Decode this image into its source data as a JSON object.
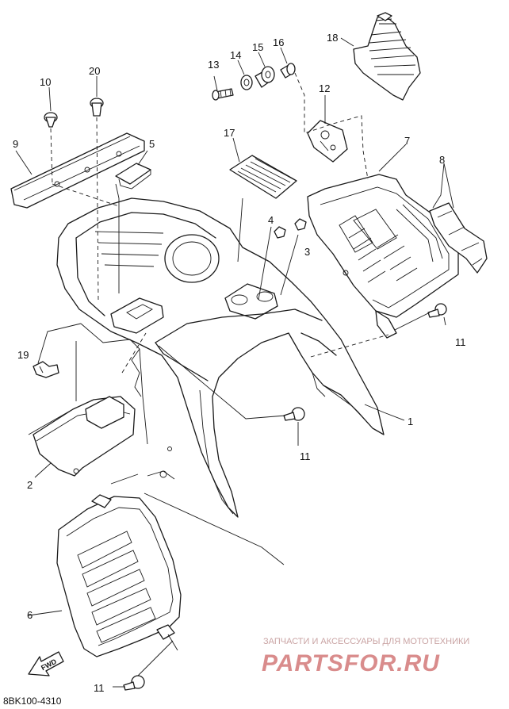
{
  "diagram": {
    "callouts": {
      "c1": "1",
      "c2": "2",
      "c3": "3",
      "c4": "4",
      "c5": "5",
      "c6": "6",
      "c7": "7",
      "c8": "8",
      "c9": "9",
      "c10": "10",
      "c11a": "11",
      "c11b": "11",
      "c11c": "11",
      "c12": "12",
      "c13": "13",
      "c14": "14",
      "c15": "15",
      "c16": "16",
      "c17": "17",
      "c18": "18",
      "c19": "19",
      "c20": "20"
    },
    "diagram_code": "8BK100-4310",
    "direction_arrow": "FWD"
  },
  "watermark": {
    "tagline": "ЗАПЧАСТИ И АКСЕССУАРЫ ДЛЯ МОТОТЕХНИКИ",
    "logo": "PARTSFOR.RU"
  }
}
